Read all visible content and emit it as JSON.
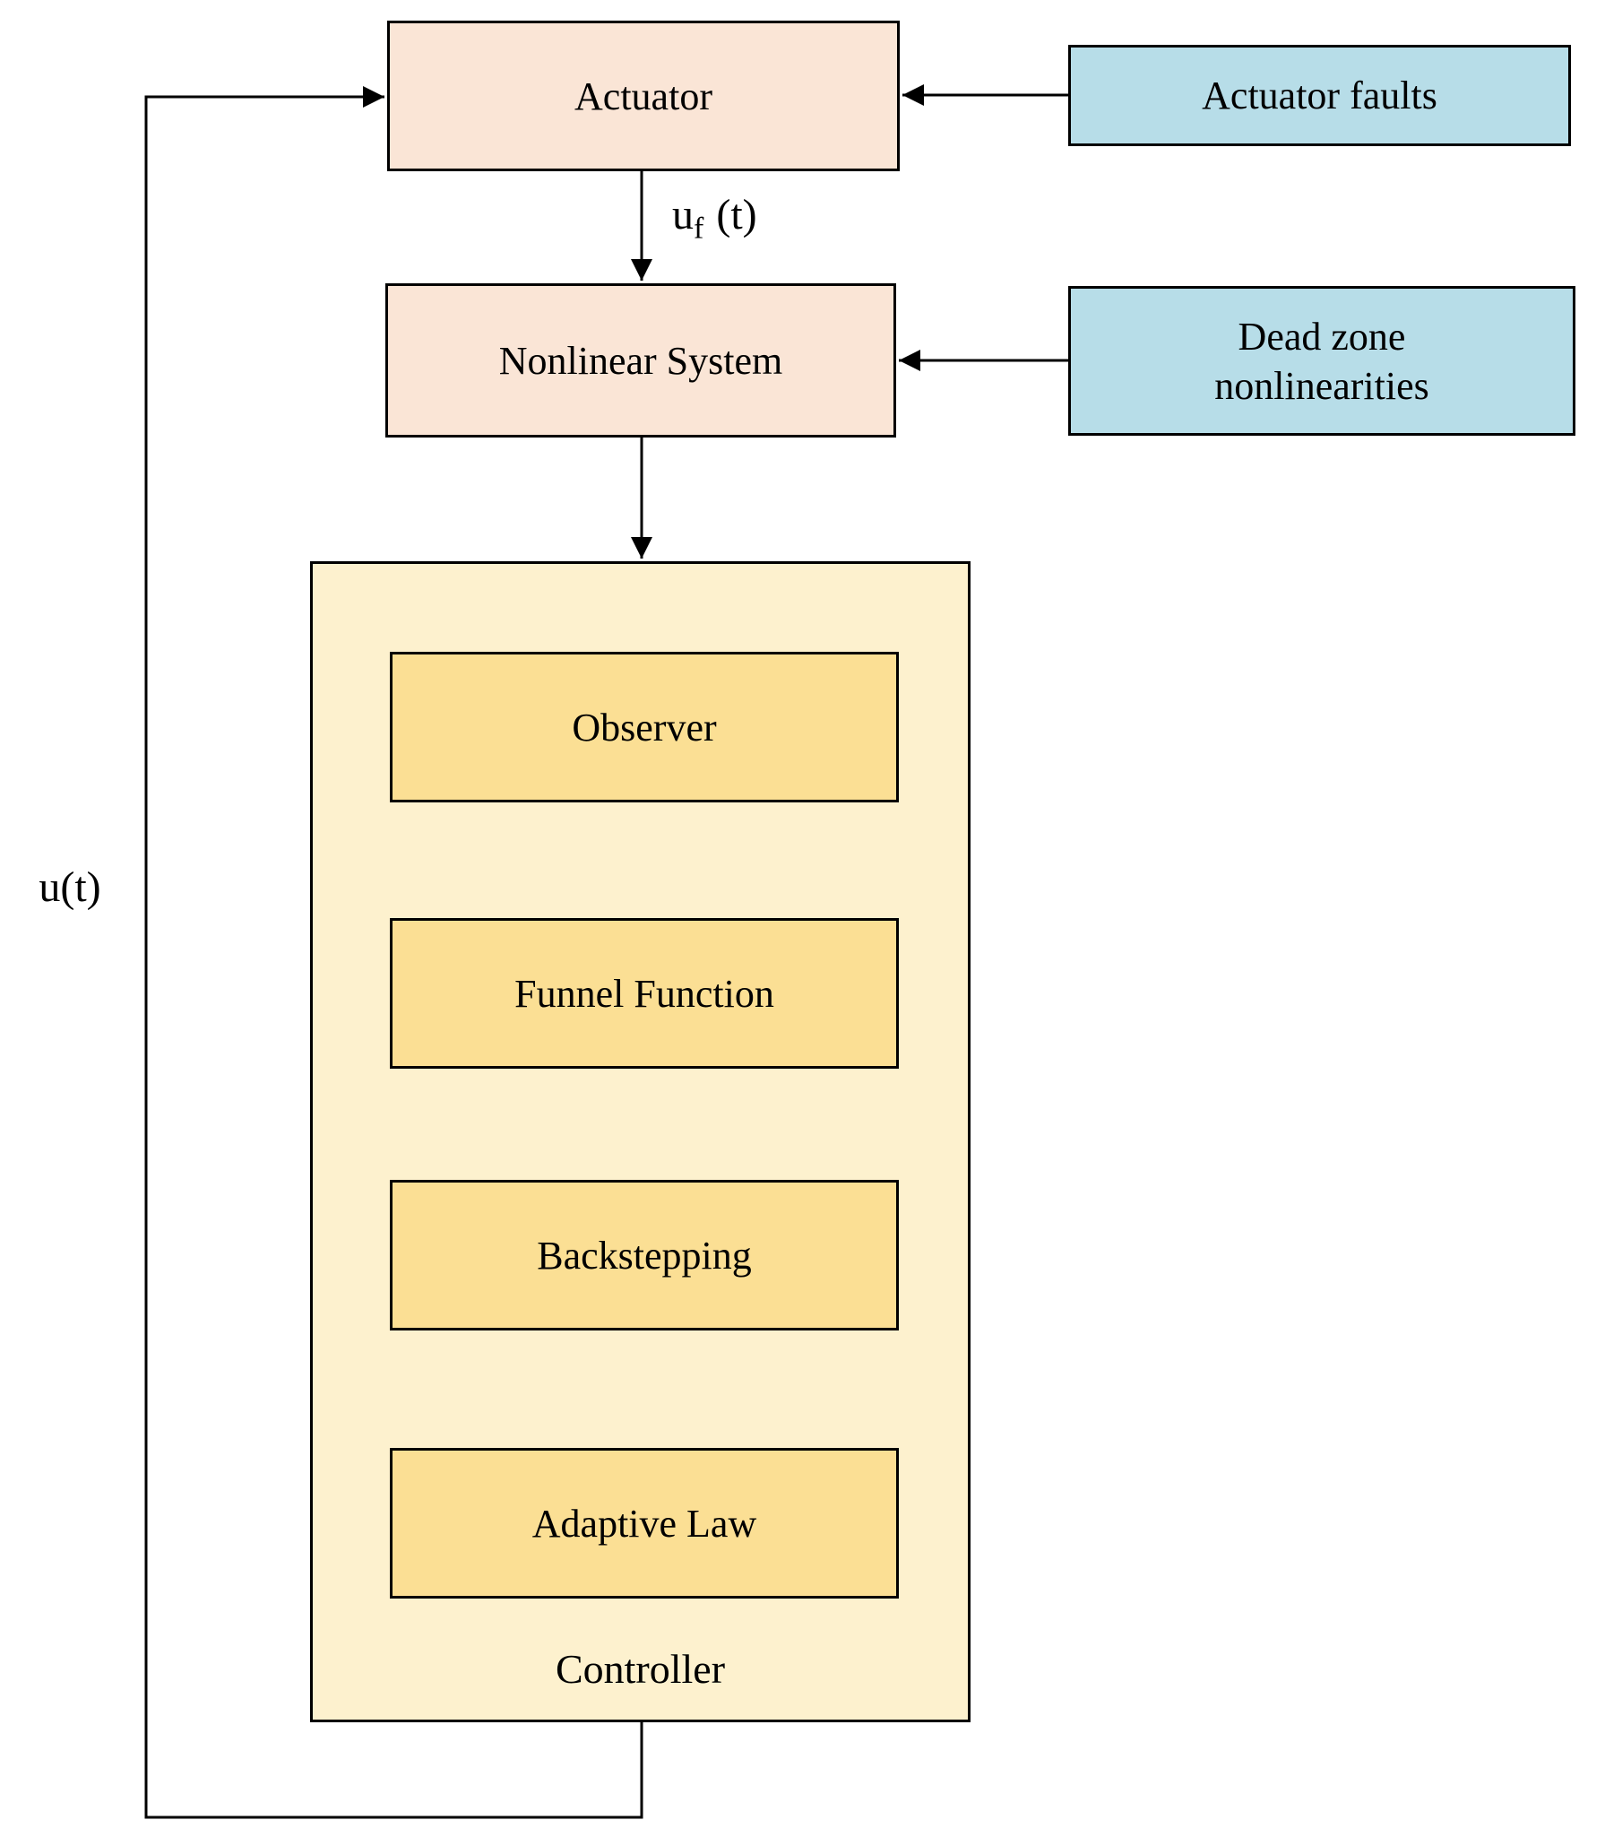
{
  "diagram": {
    "colors": {
      "peach": "#fae5d6",
      "blue": "#b7dde8",
      "controller_bg": "#fdf1ce",
      "inner_yellow": "#fbdf94",
      "line": "#000000"
    },
    "blocks": {
      "actuator": "Actuator",
      "actuator_faults": "Actuator faults",
      "nonlinear_system": "Nonlinear System",
      "dead_zone_line1": "Dead zone",
      "dead_zone_line2": "nonlinearities",
      "observer": "Observer",
      "funnel_function": "Funnel Function",
      "backstepping": "Backstepping",
      "adaptive_law": "Adaptive Law",
      "controller_label": "Controller"
    },
    "signals": {
      "uf_base": "u",
      "uf_sub": "f",
      "uf_rest": "(t)",
      "u": "u(t)"
    }
  }
}
